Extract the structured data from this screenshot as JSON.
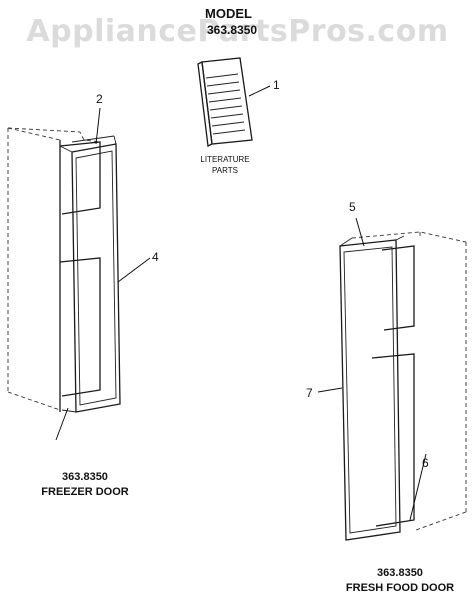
{
  "watermark": "AppliancePartsPros.com",
  "header": {
    "model_title": "MODEL",
    "model_number": "363.8350"
  },
  "literature": {
    "caption_line1": "LITERATURE",
    "caption_line2": "PARTS",
    "callout": "1"
  },
  "freezer_door": {
    "callouts": [
      "2",
      "4"
    ],
    "caption_number": "363.8350",
    "caption_name": "FREEZER DOOR"
  },
  "fresh_food_door": {
    "callouts": [
      "5",
      "7",
      "6"
    ],
    "caption_number": "363.8350",
    "caption_name": "FRESH FOOD DOOR"
  }
}
